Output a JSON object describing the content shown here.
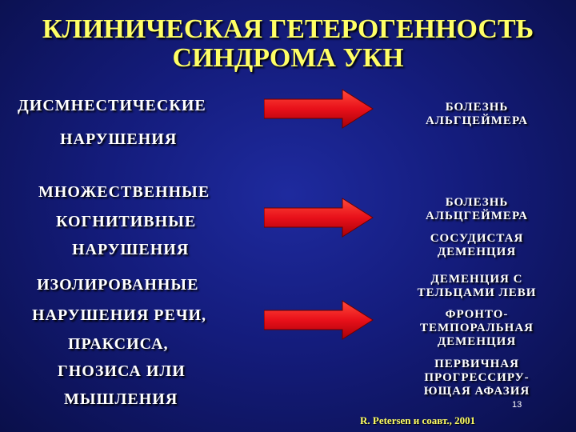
{
  "title": {
    "line1": "КЛИНИЧЕСКАЯ ГЕТЕРОГЕННОСТЬ",
    "line2": "СИНДРОМА УКН"
  },
  "rows": [
    {
      "left": [
        "ДИСМНЕСТИЧЕСКИЕ",
        "НАРУШЕНИЯ"
      ],
      "right": [
        [
          "БОЛЕЗНЬ",
          "АЛЬГЦЕЙМЕРА"
        ]
      ]
    },
    {
      "left": [
        "МНОЖЕСТВЕННЫЕ",
        "КОГНИТИВНЫЕ",
        "НАРУШЕНИЯ"
      ],
      "right": [
        [
          "БОЛЕЗНЬ",
          "АЛЬЦГЕЙМЕРА"
        ],
        [
          "СОСУДИСТАЯ",
          "ДЕМЕНЦИЯ"
        ]
      ]
    },
    {
      "left": [
        "ИЗОЛИРОВАННЫЕ",
        "НАРУШЕНИЯ РЕЧИ,",
        "ПРАКСИСА,",
        "ГНОЗИСА ИЛИ",
        "МЫШЛЕНИЯ"
      ],
      "right": [
        [
          "ДЕМЕНЦИЯ С",
          "ТЕЛЬЦАМИ ЛЕВИ"
        ],
        [
          "ФРОНТО-",
          "ТЕМПОРАЛЬНАЯ",
          "ДЕМЕНЦИЯ"
        ],
        [
          "ПЕРВИЧНАЯ",
          "ПРОГРЕССИРУ-",
          "ЮЩАЯ АФАЗИЯ"
        ]
      ]
    }
  ],
  "source": "R. Petersen и соавт., 2001",
  "page_number": "13",
  "colors": {
    "title": "#ffff66",
    "text": "#ffffff",
    "arrow": "#e8101a",
    "background": "#141c7c"
  }
}
